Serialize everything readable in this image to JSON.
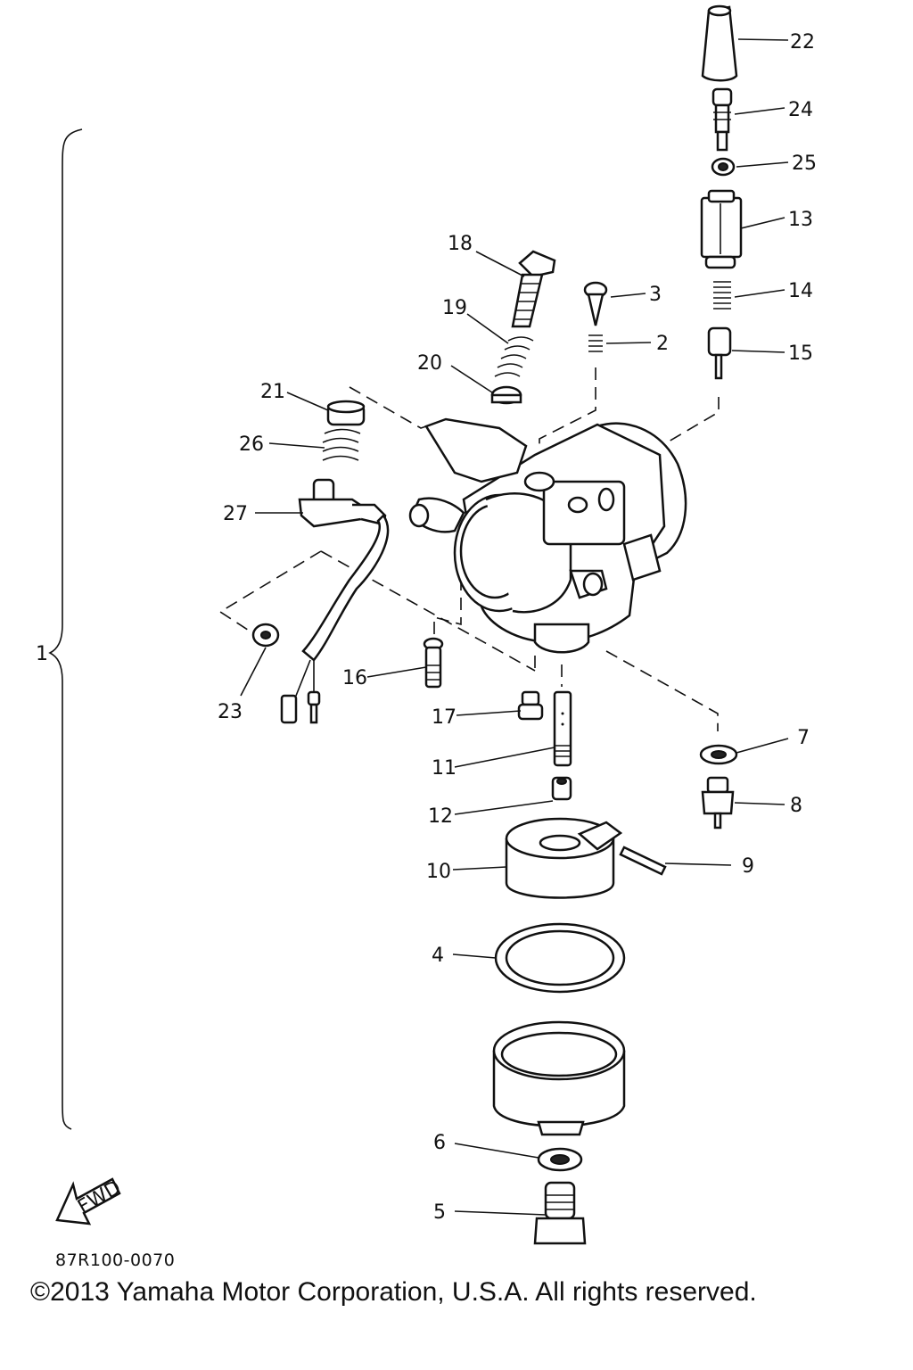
{
  "diagram": {
    "code": "87R100-0070",
    "copyright": "©2013 Yamaha Motor Corporation, U.S.A. All rights reserved.",
    "fwd_label": "FWD",
    "callouts": [
      "1",
      "2",
      "3",
      "4",
      "5",
      "6",
      "7",
      "8",
      "9",
      "10",
      "11",
      "12",
      "13",
      "14",
      "15",
      "16",
      "17",
      "18",
      "19",
      "20",
      "21",
      "22",
      "23",
      "24",
      "25",
      "26",
      "27"
    ]
  }
}
